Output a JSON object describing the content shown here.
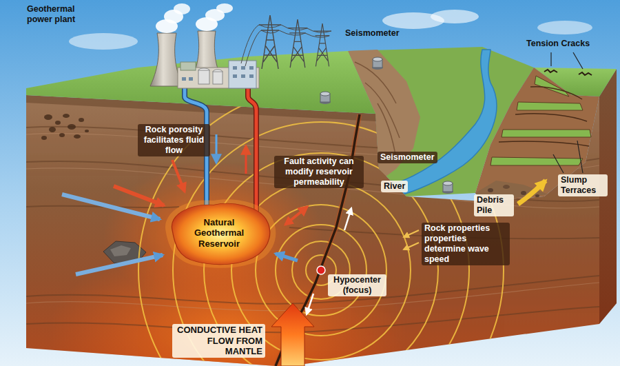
{
  "diagram": {
    "nodes": [
      {
        "text": [
          "Natural Geothermal Reservoir"
        ]
      }
    ],
    "labels": [
      "Geothermal power plant",
      "Seismometer",
      "Tension Cracks",
      "Rock porosity facilitates fluid flow",
      "Fault activity can modify reservoir permeability",
      "Seismometer",
      "River",
      "Slump Terraces",
      "Debris Pile",
      "Rock properties properties determine wave speed",
      "Hypocenter (focus)",
      "CONDUCTIVE HEAT FLOW FROM MANTLE"
    ]
  }
}
